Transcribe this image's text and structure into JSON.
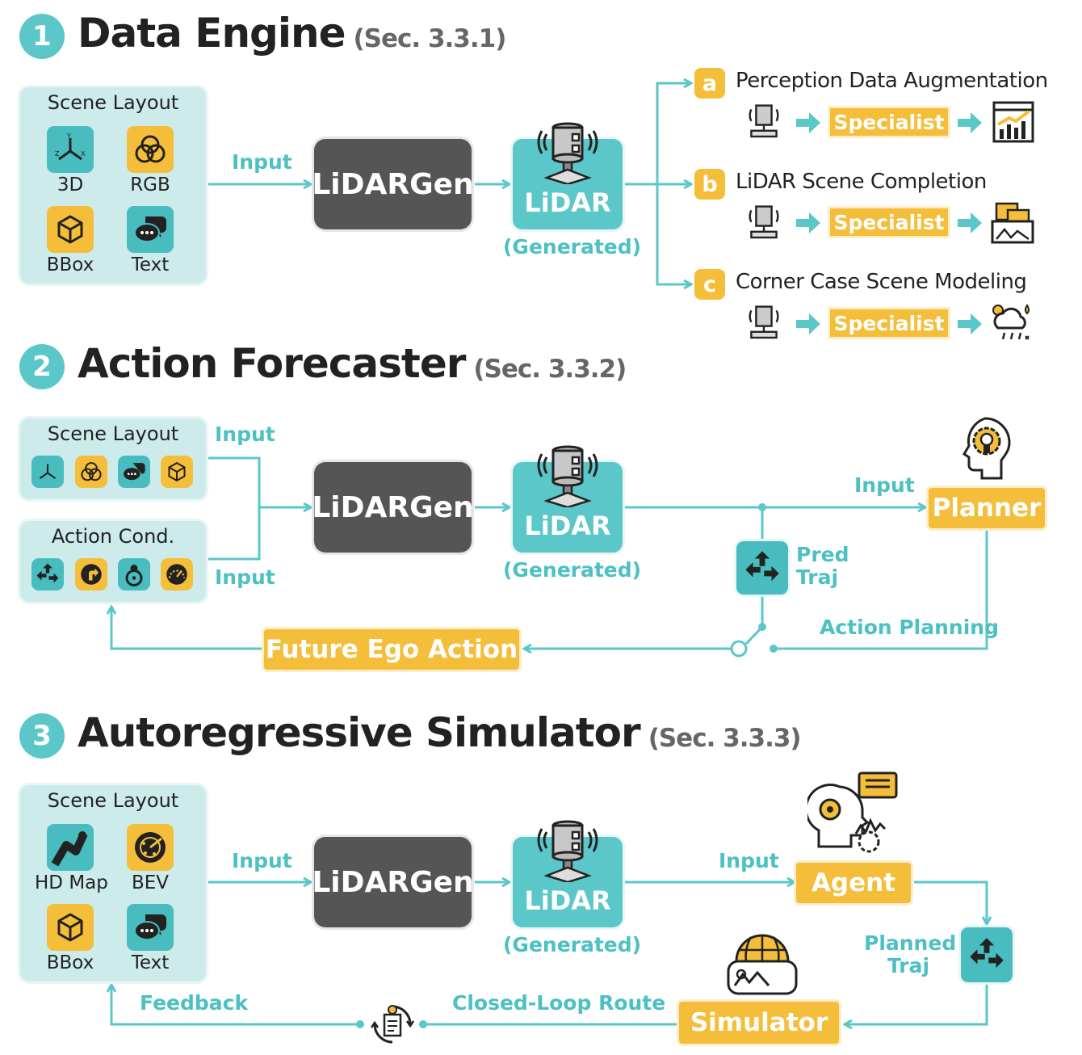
{
  "sections": [
    {
      "number": "1",
      "title": "Data Engine",
      "ref": "(Sec. 3.3.1)"
    },
    {
      "number": "2",
      "title": "Action Forecaster",
      "ref": "(Sec. 3.3.2)"
    },
    {
      "number": "3",
      "title": "Autoregressive Simulator",
      "ref": "(Sec. 3.3.3)"
    }
  ],
  "s1": {
    "panel_title": "Scene Layout",
    "tiles": [
      "3D",
      "RGB",
      "BBox",
      "Text"
    ],
    "input": "Input",
    "generator": "LiDARGen",
    "lidar": "LiDAR",
    "generated": "(Generated)",
    "apps": [
      {
        "badge": "a",
        "title": "Perception Data Augmentation",
        "specialist": "Specialist"
      },
      {
        "badge": "b",
        "title": "LiDAR Scene Completion",
        "specialist": "Specialist"
      },
      {
        "badge": "c",
        "title": "Corner Case Scene Modeling",
        "specialist": "Specialist"
      }
    ]
  },
  "s2": {
    "panel1_title": "Scene Layout",
    "panel2_title": "Action Cond.",
    "input_top": "Input",
    "input_bottom": "Input",
    "generator": "LiDARGen",
    "lidar": "LiDAR",
    "generated": "(Generated)",
    "input_planner": "Input",
    "planner": "Planner",
    "pred_traj": "Pred Traj",
    "action_planning": "Action Planning",
    "future_ego": "Future Ego Action"
  },
  "s3": {
    "panel_title": "Scene Layout",
    "tiles": [
      "HD Map",
      "BEV",
      "BBox",
      "Text"
    ],
    "input": "Input",
    "generator": "LiDARGen",
    "lidar": "LiDAR",
    "generated": "(Generated)",
    "input_agent": "Input",
    "agent": "Agent",
    "planned_traj": "Planned Traj",
    "simulator": "Simulator",
    "closed_loop": "Closed-Loop Route",
    "feedback": "Feedback"
  },
  "colors": {
    "teal": "#5bc7c9",
    "gold": "#f4be3a",
    "dark": "#555555",
    "panel": "#cdebeb"
  }
}
